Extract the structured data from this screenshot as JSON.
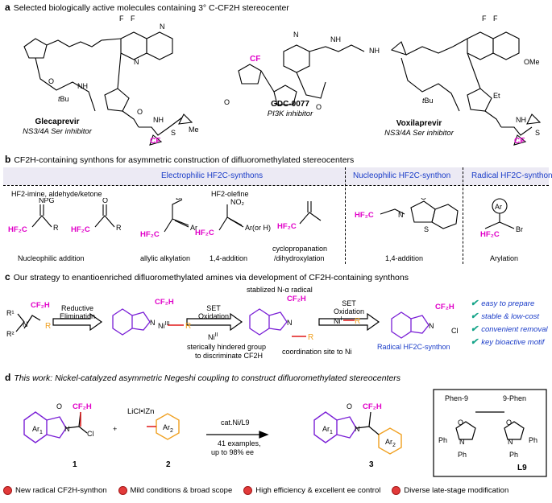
{
  "section_a": {
    "letter": "a",
    "title": "Selected biologically active molecules containing 3° C-CF2H stereocenter",
    "molecules": [
      {
        "name": "Glecaprevir",
        "desc": "NS3/4A Ser inhibitor"
      },
      {
        "name": "GDC-0077",
        "desc": "PI3K inhibitor"
      },
      {
        "name": "Voxilaprevir",
        "desc": "NS3/4A Ser inhibitor"
      }
    ]
  },
  "section_b": {
    "letter": "b",
    "title": "CF2H-containing synthons for asymmetric construction of difluoromethylated stereocenters",
    "columns": [
      "Electrophilic HF2C-synthons",
      "Nucleophilic HF2C-synthon",
      "Radical HF2C-synthon"
    ],
    "labels": {
      "imine": "HF2-imine, aldehyde/ketone",
      "olefin": "HF2-olefine",
      "nuc_add": "Nucleophilic addition",
      "allylic": "allylic alkylation",
      "add14": "1,4-addition",
      "cyclo1": "cyclopropanation",
      "cyclo2": "/dihydroxylation",
      "add14b": "1,4-addition",
      "arylation": "Arylation"
    }
  },
  "section_c": {
    "letter": "c",
    "title": "Our strategy to enantioenriched difluoromethylated amines via development of CF2H-containing synthons",
    "arrow1": [
      "Reductive",
      "Elimination"
    ],
    "arrow2": [
      "SET",
      "Oxidation"
    ],
    "arrow3": [
      "SET",
      "Oxidation"
    ],
    "notes": {
      "radical": "stablized N-α radical",
      "steric1": "sterically hindered group",
      "steric2": "to discriminate CF2H",
      "coord": "coordination site to Ni",
      "synthon": "Radical HF2C-synthon"
    },
    "features": [
      "easy to prepare",
      "stable & low-cost",
      "convenient removal",
      "key bioactive motif"
    ]
  },
  "section_d": {
    "letter": "d",
    "title": "This work: Nickel-catalyzed asymmetric Negeshi coupling to construct difluoromethylated stereocenters",
    "conditions": [
      "cat.Ni/L9",
      "41 examples,",
      "up to 98% ee"
    ],
    "compounds": [
      "1",
      "2",
      "3",
      "L9"
    ],
    "reagent": "LiCl•IZn",
    "ligand_groups": [
      "Phen-9",
      "9-Phen",
      "Ph",
      "Ph",
      "Ph",
      "Ph"
    ],
    "highlights": [
      "New radical CF2H-synthon",
      "Mild conditions & broad scope",
      "High efficiency & excellent ee control",
      "Diverse late-stage modification"
    ]
  },
  "colors": {
    "magenta": "#e000c8",
    "blue": "#1a3cc8",
    "purple": "#7a1fd6",
    "orange": "#f0a020",
    "red": "#e01818",
    "teal": "#17a58a"
  }
}
